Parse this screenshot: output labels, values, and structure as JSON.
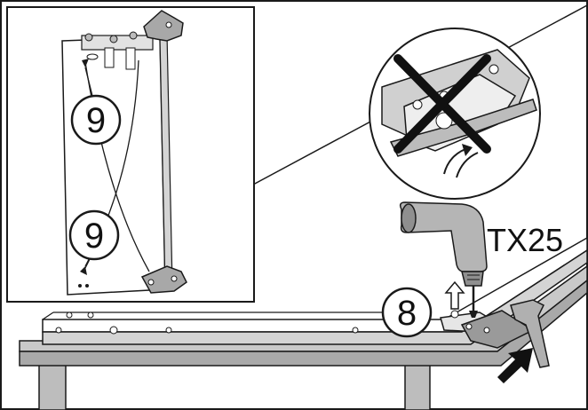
{
  "labels": {
    "step_9_top": "9",
    "step_9_bottom": "9",
    "step_8": "8",
    "tool": "TX25"
  },
  "colors": {
    "stroke": "#1a1a1a",
    "panel_fill": "#ffffff",
    "table_top": "#c9c9c9",
    "table_edge": "#a9a9a9",
    "door_side": "#d4d4d4",
    "drill_body": "#b5b5b5",
    "drill_dark": "#8f8f8f",
    "arrow_fill": "#111111"
  },
  "icons": {
    "callout_x": "cross-out-icon",
    "push_arrow": "arrow-up-right-icon",
    "lift_arrow": "arrow-up-icon",
    "drill": "power-drill-icon"
  }
}
